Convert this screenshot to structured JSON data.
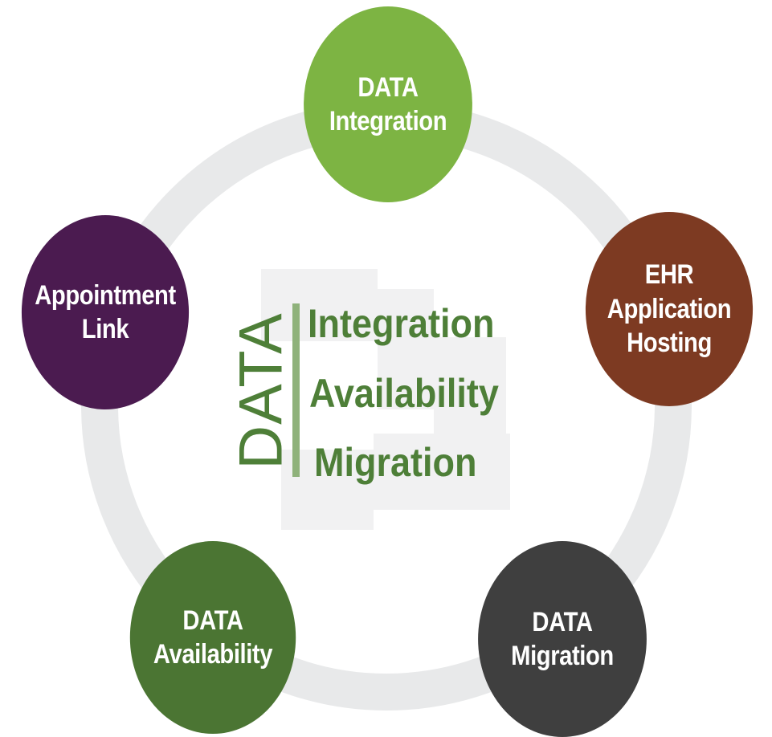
{
  "diagram": {
    "nodes": [
      {
        "id": "integration",
        "lines": [
          "DATA",
          "Integration"
        ],
        "color": "#7db443"
      },
      {
        "id": "ehr",
        "lines": [
          "EHR",
          "Application",
          "Hosting"
        ],
        "color": "#7d3a22"
      },
      {
        "id": "migration",
        "lines": [
          "DATA",
          "Migration"
        ],
        "color": "#3f3f3f"
      },
      {
        "id": "availability",
        "lines": [
          "DATA",
          "Availability"
        ],
        "color": "#4b7533"
      },
      {
        "id": "appointment",
        "lines": [
          "Appointment",
          "Link"
        ],
        "color": "#4b1b50"
      }
    ],
    "center": {
      "vertical_label": "DATA",
      "items": [
        "Integration",
        "Availability",
        "Migration"
      ],
      "text_color": "#4e7f38",
      "bar_color": "#8fb27b"
    },
    "ring_color": "#e8e9ea",
    "watermark_color": "#f1f1f2"
  }
}
